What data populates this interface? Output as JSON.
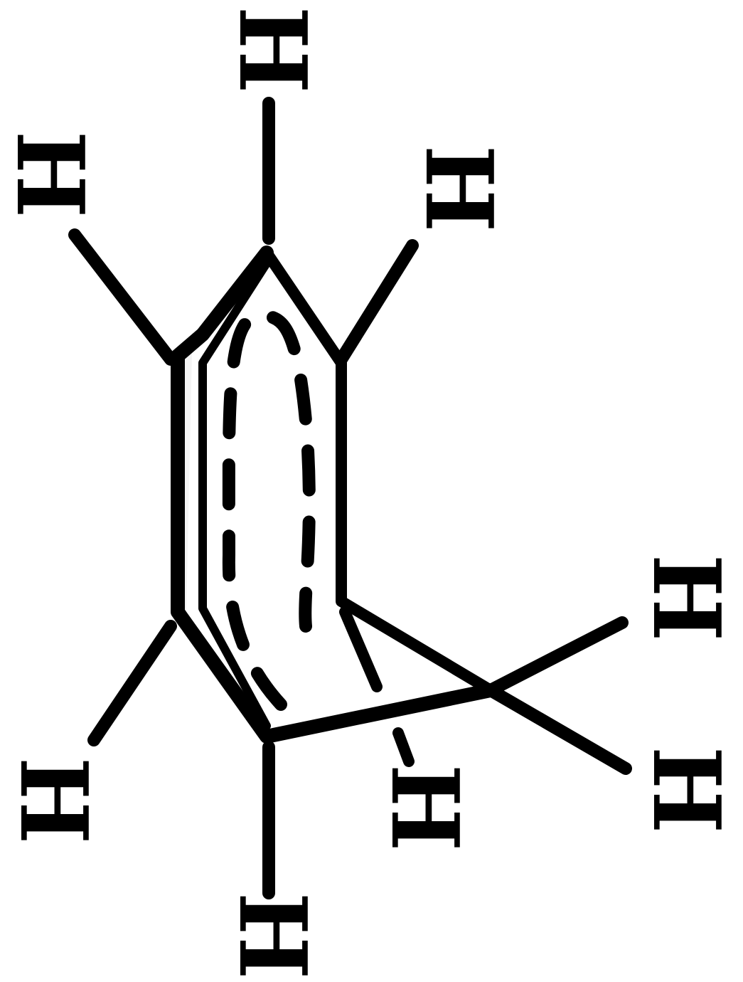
{
  "atoms": {
    "h_top": "H",
    "h_upper_left": "H",
    "h_upper_right": "H",
    "h_lower_left": "H",
    "h_bottom": "H",
    "h_methylene_lower": "H",
    "h_methylene_right_upper": "H",
    "h_methylene_right_lower": "H"
  },
  "colors": {
    "ink": "#000000",
    "background": "#ffffff"
  }
}
